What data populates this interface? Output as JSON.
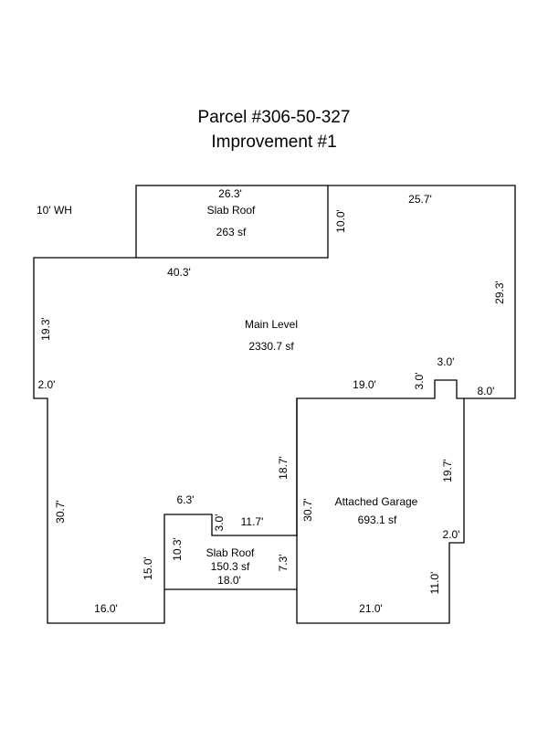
{
  "header": {
    "title": "Parcel #306-50-327",
    "subtitle": "Improvement #1"
  },
  "notes": {
    "wall_height": "10' WH"
  },
  "areas": {
    "slab_roof_top": {
      "label": "Slab Roof",
      "area": "263 sf"
    },
    "main_level": {
      "label": "Main Level",
      "area": "2330.7 sf"
    },
    "garage": {
      "label": "Attached Garage",
      "area": "693.1 sf"
    },
    "slab_roof_bottom": {
      "label": "Slab Roof",
      "area": "150.3 sf"
    }
  },
  "dimensions": {
    "slab_top_width": "26.3'",
    "slab_top_side": "10.0'",
    "main_top_right": "25.7'",
    "main_top_left": "40.3'",
    "main_right": "29.3'",
    "main_left_upper": "19.3'",
    "main_step_left": "2.0'",
    "main_left_lower": "30.7'",
    "main_bottom_left": "16.0'",
    "garage_top": "19.0'",
    "notch_side": "3.0'",
    "notch_top": "3.0'",
    "right_step": "8.0'",
    "garage_left_upper": "18.7'",
    "garage_right_upper": "19.7'",
    "garage_left_side": "30.7'",
    "garage_right_step": "2.0'",
    "garage_right_lower": "11.0'",
    "garage_bottom": "21.0'",
    "slab_bottom_top": "6.3'",
    "slab_bottom_step": "3.0'",
    "slab_bottom_ledge": "11.7'",
    "slab_bottom_left_side": "10.3'",
    "slab_bottom_outer_side": "15.0'",
    "slab_bottom_right_side": "7.3'",
    "slab_bottom_width": "18.0'"
  }
}
